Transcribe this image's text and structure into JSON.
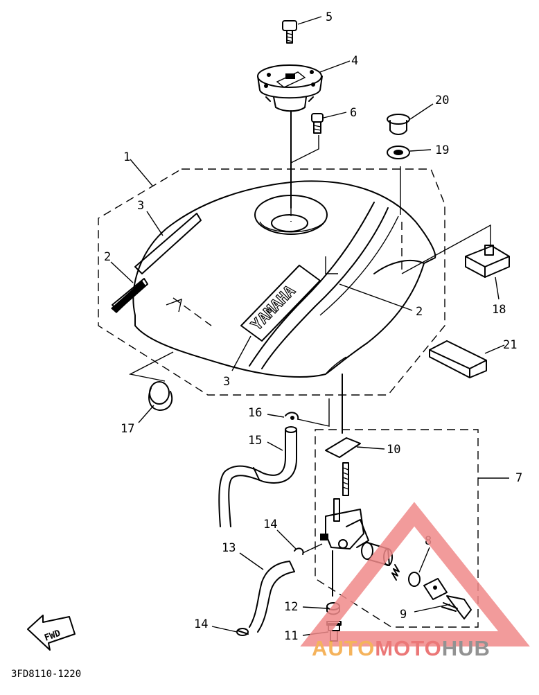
{
  "diagram": {
    "part_code": "3FD8110-1220",
    "fwd_label": "FWD",
    "brand_decal": "YAMAHA",
    "callouts": [
      "1",
      "2",
      "2",
      "3",
      "3",
      "4",
      "5",
      "6",
      "7",
      "8",
      "9",
      "10",
      "11",
      "12",
      "13",
      "14",
      "14",
      "15",
      "16",
      "17",
      "18",
      "19",
      "20",
      "21"
    ]
  },
  "watermark": {
    "text_a": "AUTO",
    "text_b": "MOTO",
    "text_c": "HUB",
    "color_a": "#f4a640",
    "color_b": "#e86060",
    "color_c": "#7f7f7f",
    "triangle_color": "#f08a8a"
  }
}
